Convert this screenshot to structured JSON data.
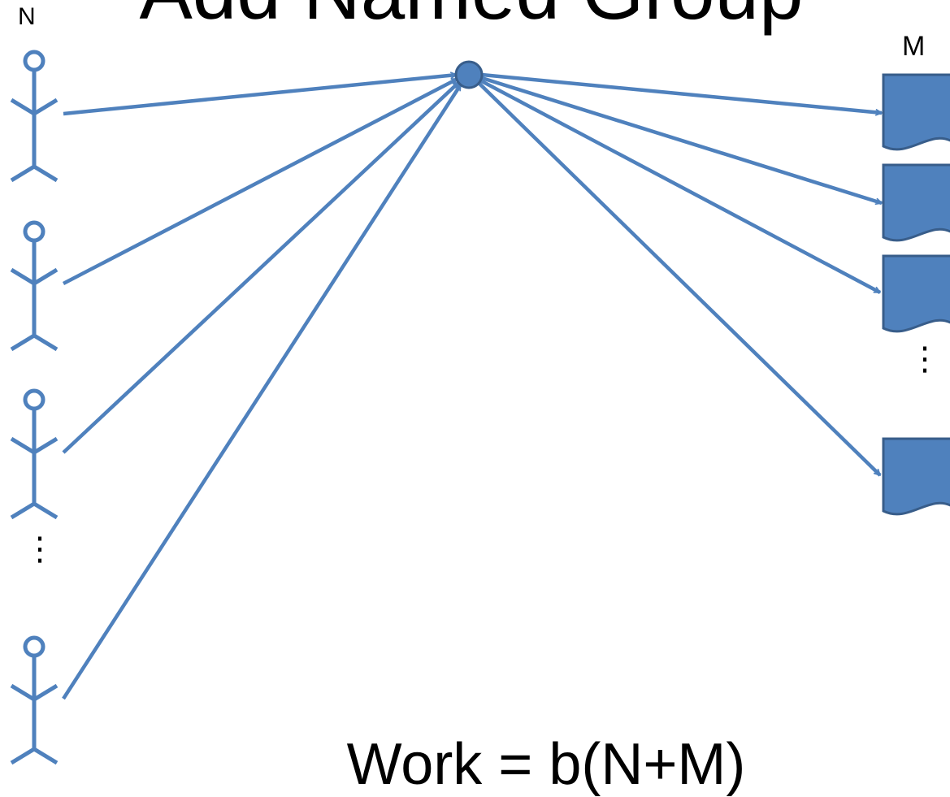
{
  "title": "Add Named Group",
  "labels": {
    "users_count": "N",
    "objects_count": "M"
  },
  "ellipsis": "⋮",
  "formula": "Work = b(N+M)",
  "colors": {
    "stroke": "#4f81bd",
    "fill": "#4f81bd",
    "outline": "#385d8a"
  },
  "diagram": {
    "users": [
      "user-1",
      "user-2",
      "user-3",
      "user-n"
    ],
    "hub": "named-group-node",
    "objects": [
      "object-1",
      "object-2",
      "object-3",
      "object-m"
    ]
  }
}
